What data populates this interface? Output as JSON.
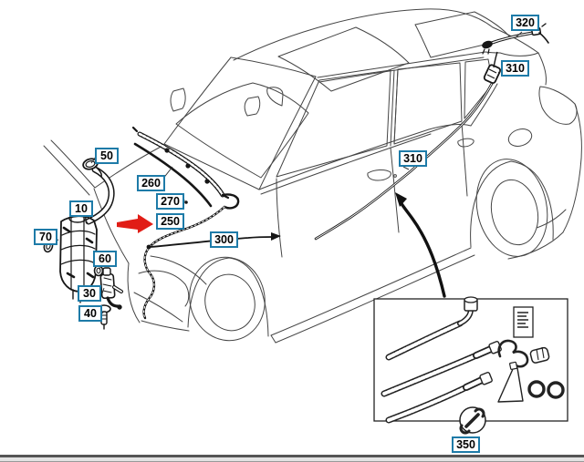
{
  "diagram": {
    "callouts": {
      "c10": "10",
      "c30": "30",
      "c40": "40",
      "c50": "50",
      "c60": "60",
      "c70": "70",
      "c250": "250",
      "c260": "260",
      "c270": "270",
      "c300": "300",
      "c310_beltline": "310",
      "c310_rear": "310",
      "c320": "320",
      "c350": "350"
    }
  },
  "colors": {
    "callout_border": "#1e7ba8",
    "pointer_red": "#e11d16",
    "line_art": "#454545"
  }
}
